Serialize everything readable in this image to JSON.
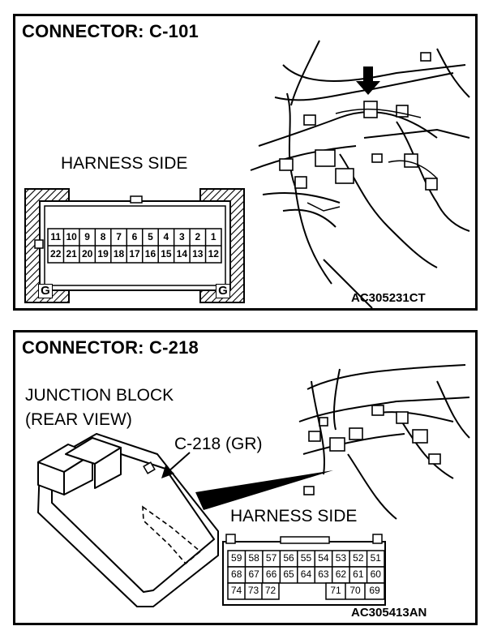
{
  "connector1": {
    "title": "CONNECTOR: C-101",
    "harness_label": "HARNESS SIDE",
    "code": "AC305231CT",
    "g_left": "G",
    "g_right": "G",
    "pins_top": [
      "11",
      "10",
      "9",
      "8",
      "7",
      "6",
      "5",
      "4",
      "3",
      "2",
      "1"
    ],
    "pins_bottom": [
      "22",
      "21",
      "20",
      "19",
      "18",
      "17",
      "16",
      "15",
      "14",
      "13",
      "12"
    ]
  },
  "connector2": {
    "title": "CONNECTOR: C-218",
    "junction_label_1": "JUNCTION BLOCK",
    "junction_label_2": "(REAR VIEW)",
    "callout": "C-218 (GR)",
    "harness_label": "HARNESS SIDE",
    "code": "AC305413AN",
    "row1": [
      "59",
      "58",
      "57",
      "56",
      "55",
      "54",
      "53",
      "52",
      "51"
    ],
    "row2": [
      "68",
      "67",
      "66",
      "65",
      "64",
      "63",
      "62",
      "61",
      "60"
    ],
    "row3_left": [
      "74",
      "73",
      "72"
    ],
    "row3_right": [
      "71",
      "70",
      "69"
    ]
  }
}
